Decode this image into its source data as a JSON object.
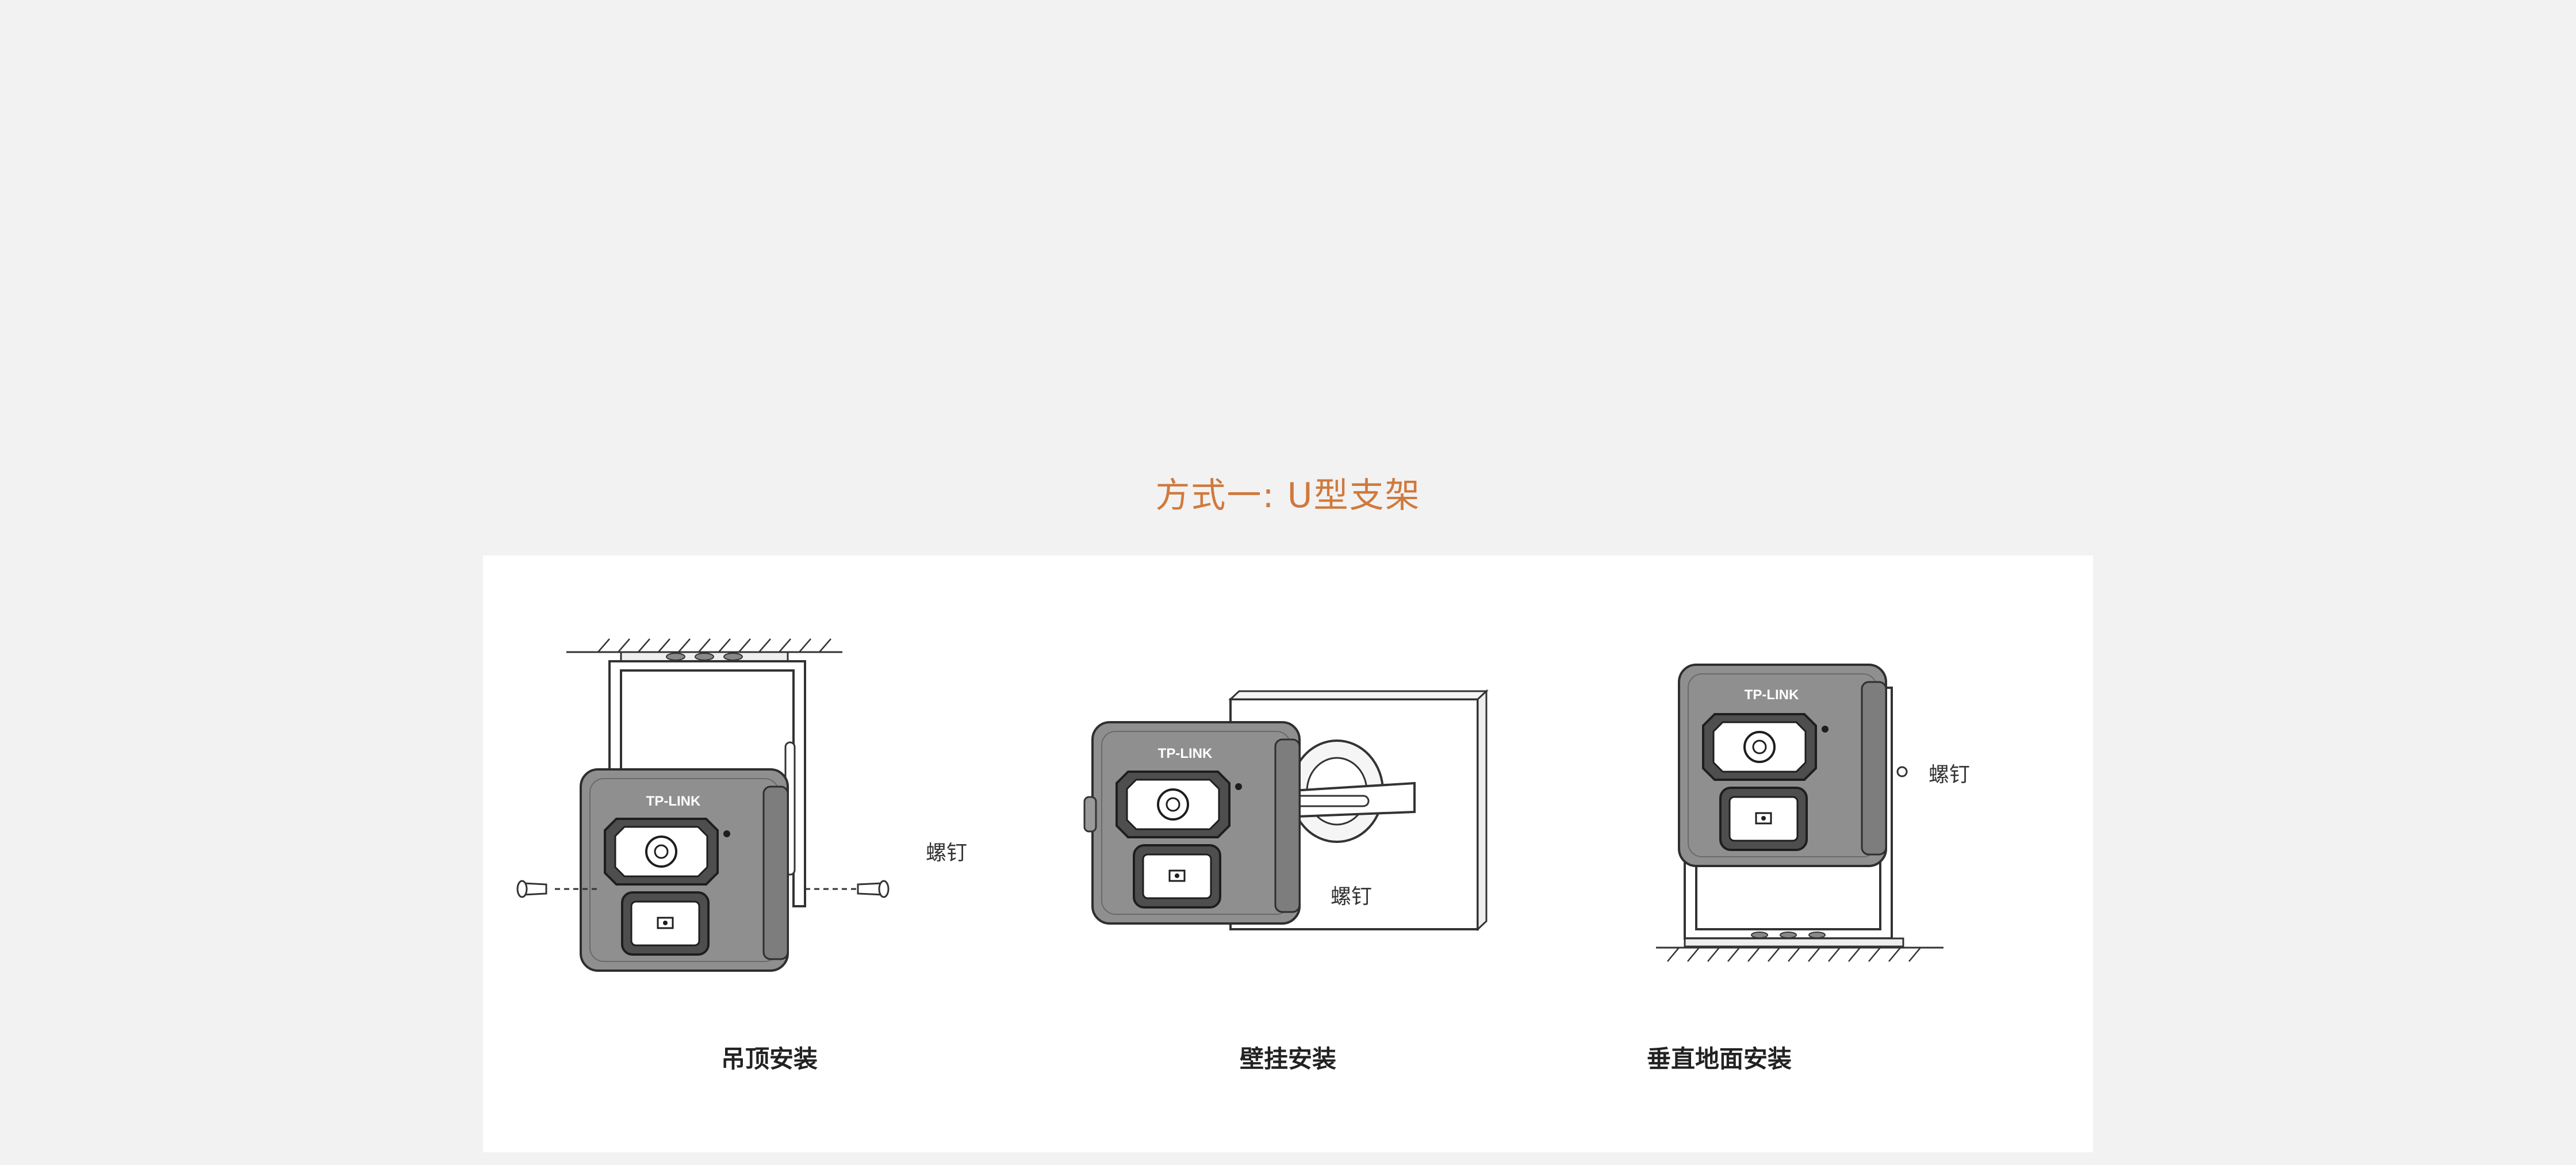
{
  "section": {
    "title": "方式一: U型支架"
  },
  "brand": {
    "logo_text": "TP-LINK"
  },
  "methods": [
    {
      "caption": "吊顶安装",
      "label": "螺钉"
    },
    {
      "caption": "壁挂安装",
      "label": "螺钉"
    },
    {
      "caption": "垂直地面安装",
      "label": "螺钉"
    }
  ],
  "colors": {
    "title": "#d0793d",
    "panel_bg": "#ffffff",
    "page_bg": "#f2f2f2",
    "camera_body": "#8e8e8e",
    "outline": "#333333"
  }
}
